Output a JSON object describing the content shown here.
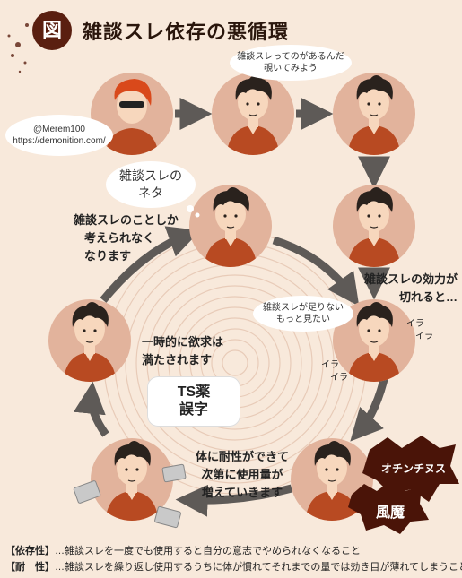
{
  "header": {
    "badge": "図",
    "title": "雑談スレ依存の悪循環"
  },
  "bubbles": {
    "top": [
      "雑談スレってのがあるんだ",
      "覗いてみよう"
    ],
    "dealer": [
      "@Merem100",
      "https://demonition.com/"
    ],
    "neta": [
      "雑談スレの",
      "ネタ"
    ],
    "craving": [
      "雑談スレが足りない",
      "もっと見たい"
    ]
  },
  "labels": {
    "obsess": [
      "雑談スレのことしか",
      "考えられなく",
      "なります"
    ],
    "effect": [
      "雑談スレの効力が",
      "切れると…"
    ],
    "satisfied": [
      "一時的に欲求は",
      "満たされます"
    ],
    "tolerance": [
      "体に耐性ができて",
      "次第に使用量が",
      "増えていきます"
    ],
    "ts": [
      "TS薬",
      "誤字"
    ],
    "ira": [
      "イラ",
      "イラ",
      "イラ",
      "イラ"
    ]
  },
  "devils": {
    "one": "オチンチヌス",
    "two": "風魔"
  },
  "footnotes": [
    {
      "term": "【依存性】",
      "text": "…雑談スレを一度でも使用すると自分の意志でやめられなくなること"
    },
    {
      "term": "【耐　性】",
      "text": "…雑談スレを繰り返し使用するうちに体が慣れてそれまでの量では効き目が薄れてしまうこと"
    }
  ],
  "colors": {
    "background": "#f8e9db",
    "circle": "#e2b39c",
    "arrow": "#5e5a57",
    "shirt": "#b84a22",
    "hair": "#2a221d",
    "skin": "#f7d7bd",
    "devil": "#4a1408"
  }
}
